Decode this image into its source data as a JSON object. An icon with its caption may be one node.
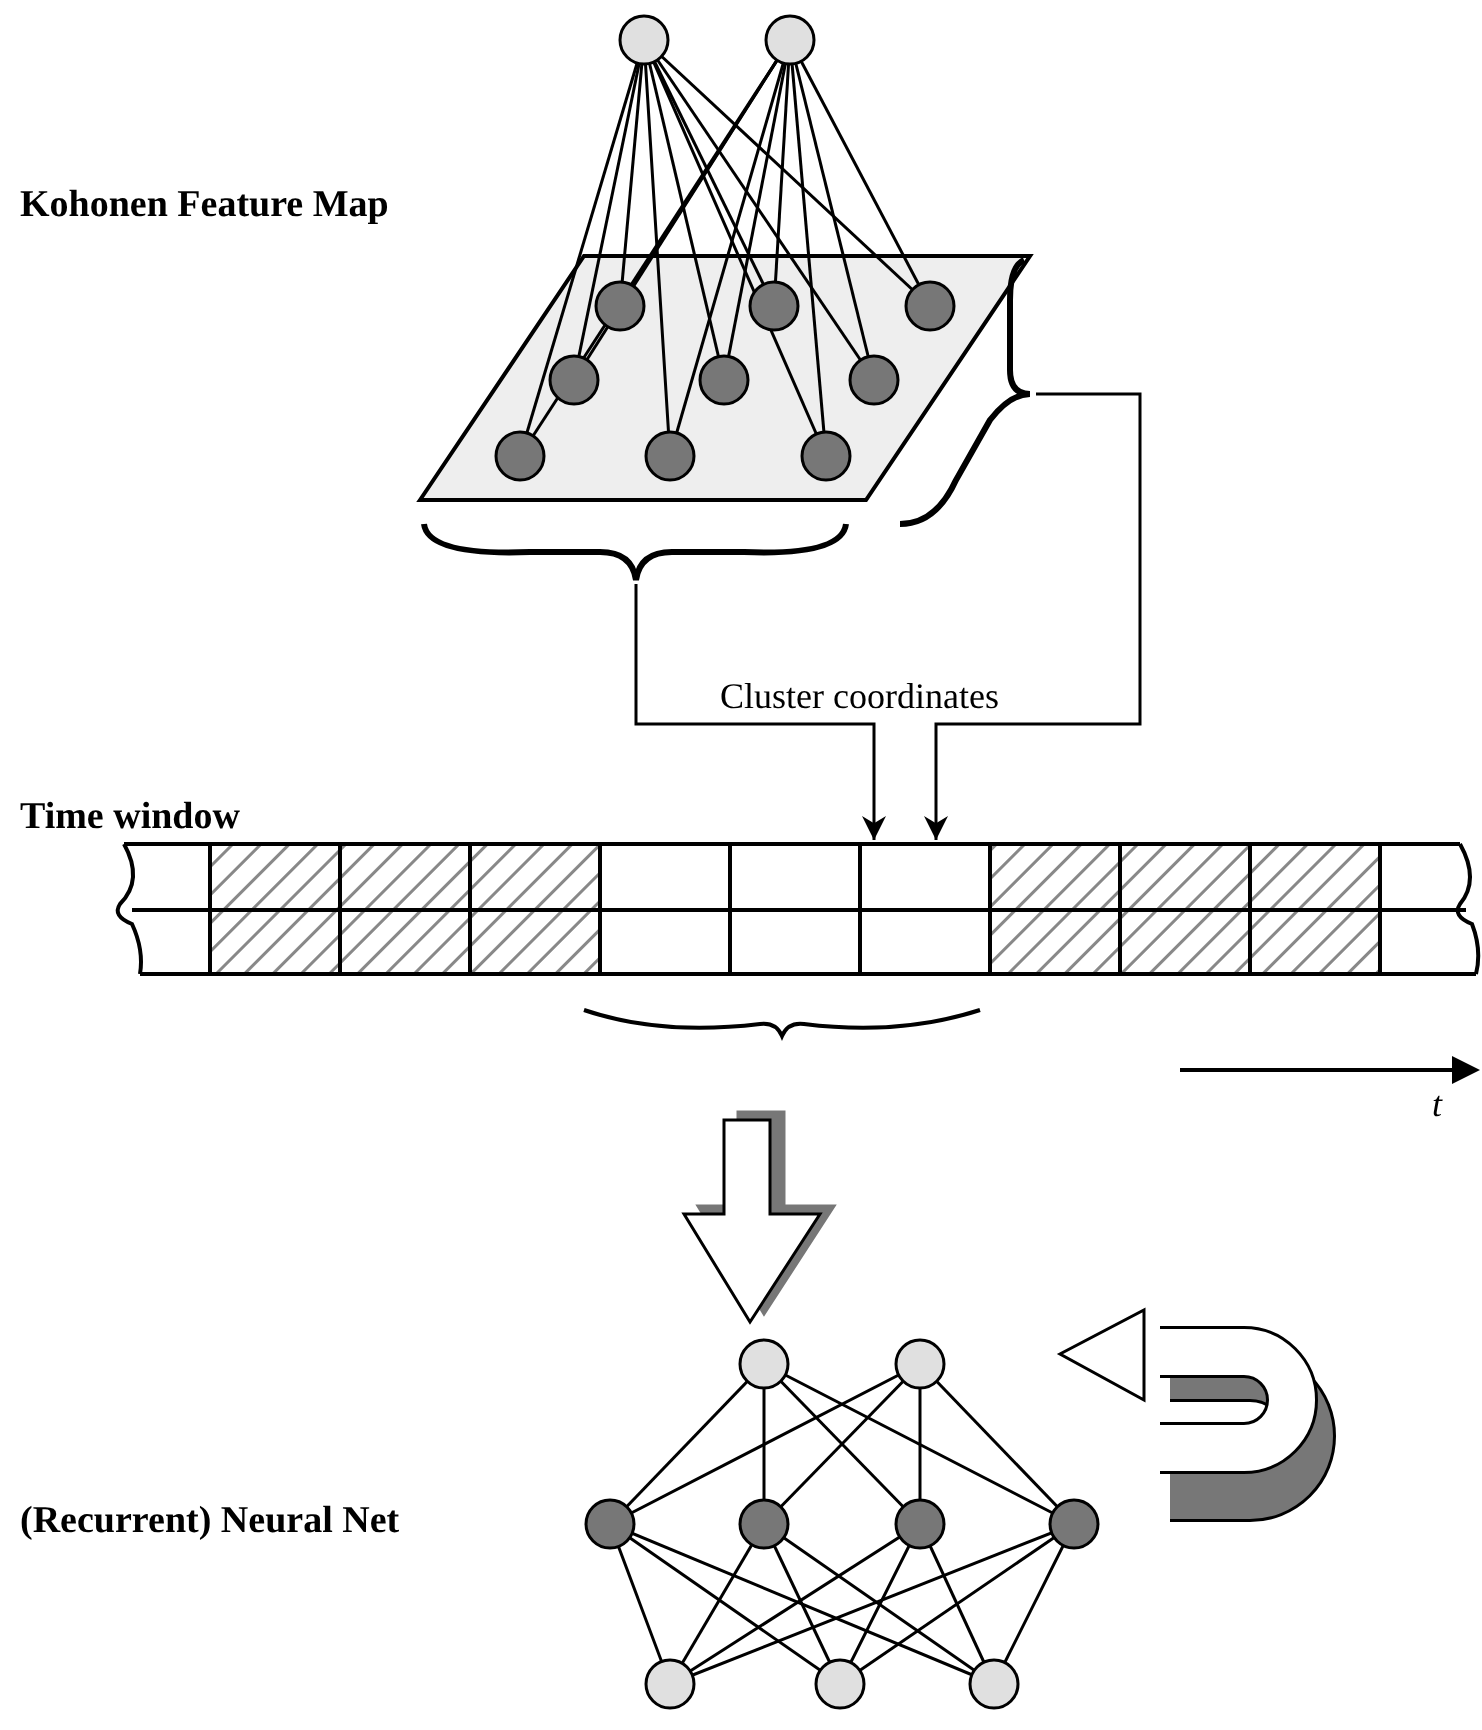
{
  "diagram": {
    "nodes": [
      {
        "text": [
          "Kohonen Feature Map"
        ]
      },
      {
        "text": [
          "Time window"
        ]
      },
      {
        "text": [
          "(Recurrent) Neural Net"
        ]
      }
    ],
    "edges": [
      {
        "from": 0,
        "to": 1,
        "arrow": "to"
      },
      {
        "from": 0,
        "to": 1,
        "arrow": "to",
        "label": "Cluster coordinates"
      },
      {
        "from": 1,
        "to": 2,
        "arrow": "to",
        "style": "thick"
      }
    ],
    "labels": [
      "t"
    ]
  }
}
